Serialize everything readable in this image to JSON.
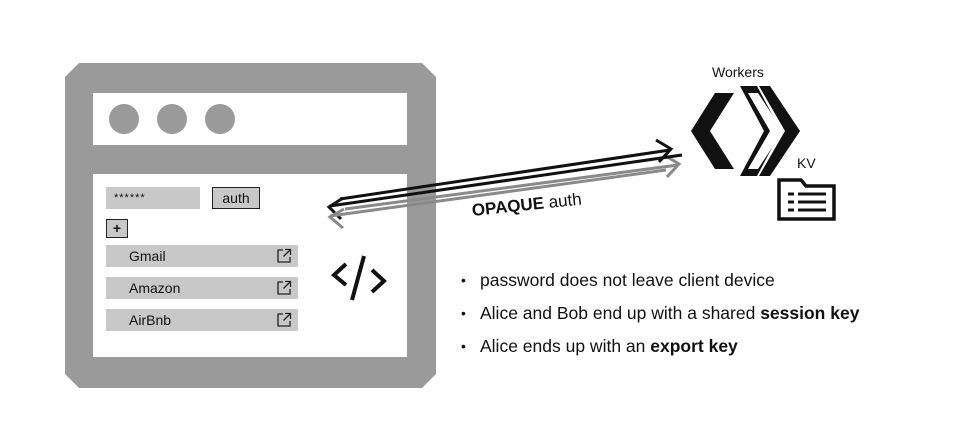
{
  "login_form": {
    "password_value": "******",
    "auth_button": "auth",
    "add_button": "+"
  },
  "saved_sites": [
    {
      "label": "Gmail"
    },
    {
      "label": "Amazon"
    },
    {
      "label": "AirBnb"
    }
  ],
  "server": {
    "workers_label": "Workers",
    "kv_label": "KV"
  },
  "protocol": {
    "name": "OPAQUE",
    "suffix": " auth"
  },
  "bullets": [
    {
      "text": "password does not leave client device",
      "bold": ""
    },
    {
      "text": "Alice and Bob end up with a shared ",
      "bold": "session key"
    },
    {
      "text": "Alice ends up with an ",
      "bold": "export key"
    }
  ],
  "icons": {
    "window_dots": "traffic-light-dots",
    "external_link": "external-link-icon",
    "code": "code-icon",
    "workers": "workers-chevron-icon",
    "kv": "folder-icon"
  },
  "colors": {
    "frame": "#9a9a9a",
    "field": "#c8c8c8",
    "ink": "#111111",
    "arrow_gray": "#8a8a8a"
  }
}
